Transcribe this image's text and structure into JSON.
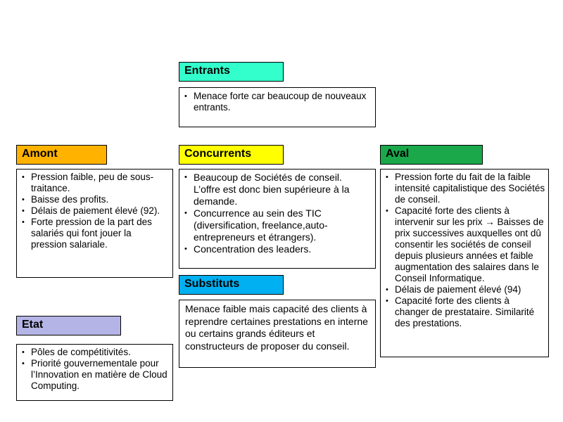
{
  "colors": {
    "entrants": "#33ffcc",
    "amont": "#ffb300",
    "concurrents": "#ffff00",
    "aval": "#1aa84b",
    "substituts": "#00b0f0",
    "etat": "#b4b4e6"
  },
  "entrants": {
    "title": "Entrants",
    "items": [
      "Menace forte car beaucoup de nouveaux entrants."
    ]
  },
  "amont": {
    "title": "Amont",
    "items": [
      "Pression faible, peu de sous-traitance.",
      "Baisse des profits.",
      "Délais de paiement élevé (92).",
      "Forte pression de la part des salariés qui font jouer la pression salariale."
    ]
  },
  "concurrents": {
    "title": "Concurrents",
    "items": [
      "Beaucoup de Sociétés de conseil. L’offre est donc bien supérieure à la demande.",
      "Concurrence  au sein des TIC (diversification, freelance,auto-entrepreneurs et étrangers).",
      "Concentration des leaders."
    ]
  },
  "aval": {
    "title": "Aval",
    "items": [
      "Pression forte du fait de la faible intensité capitalistique des Sociétés de conseil.",
      "Capacité forte des clients à intervenir sur les prix → Baisses de prix successives auxquelles ont dû consentir les sociétés de conseil depuis plusieurs années et faible augmentation des salaires dans le Conseil Informatique.",
      "Délais de paiement élevé (94)",
      "Capacité forte des clients à changer de prestataire. Similarité des prestations."
    ]
  },
  "substituts": {
    "title": "Substituts",
    "text": "Menace faible mais capacité des clients à reprendre certaines prestations en interne ou certains grands éditeurs et constructeurs de proposer du conseil."
  },
  "etat": {
    "title": "Etat",
    "items": [
      "Pôles de compétitivités.",
      "Priorité gouvernementale pour l’Innovation  en matière de Cloud Computing."
    ]
  }
}
